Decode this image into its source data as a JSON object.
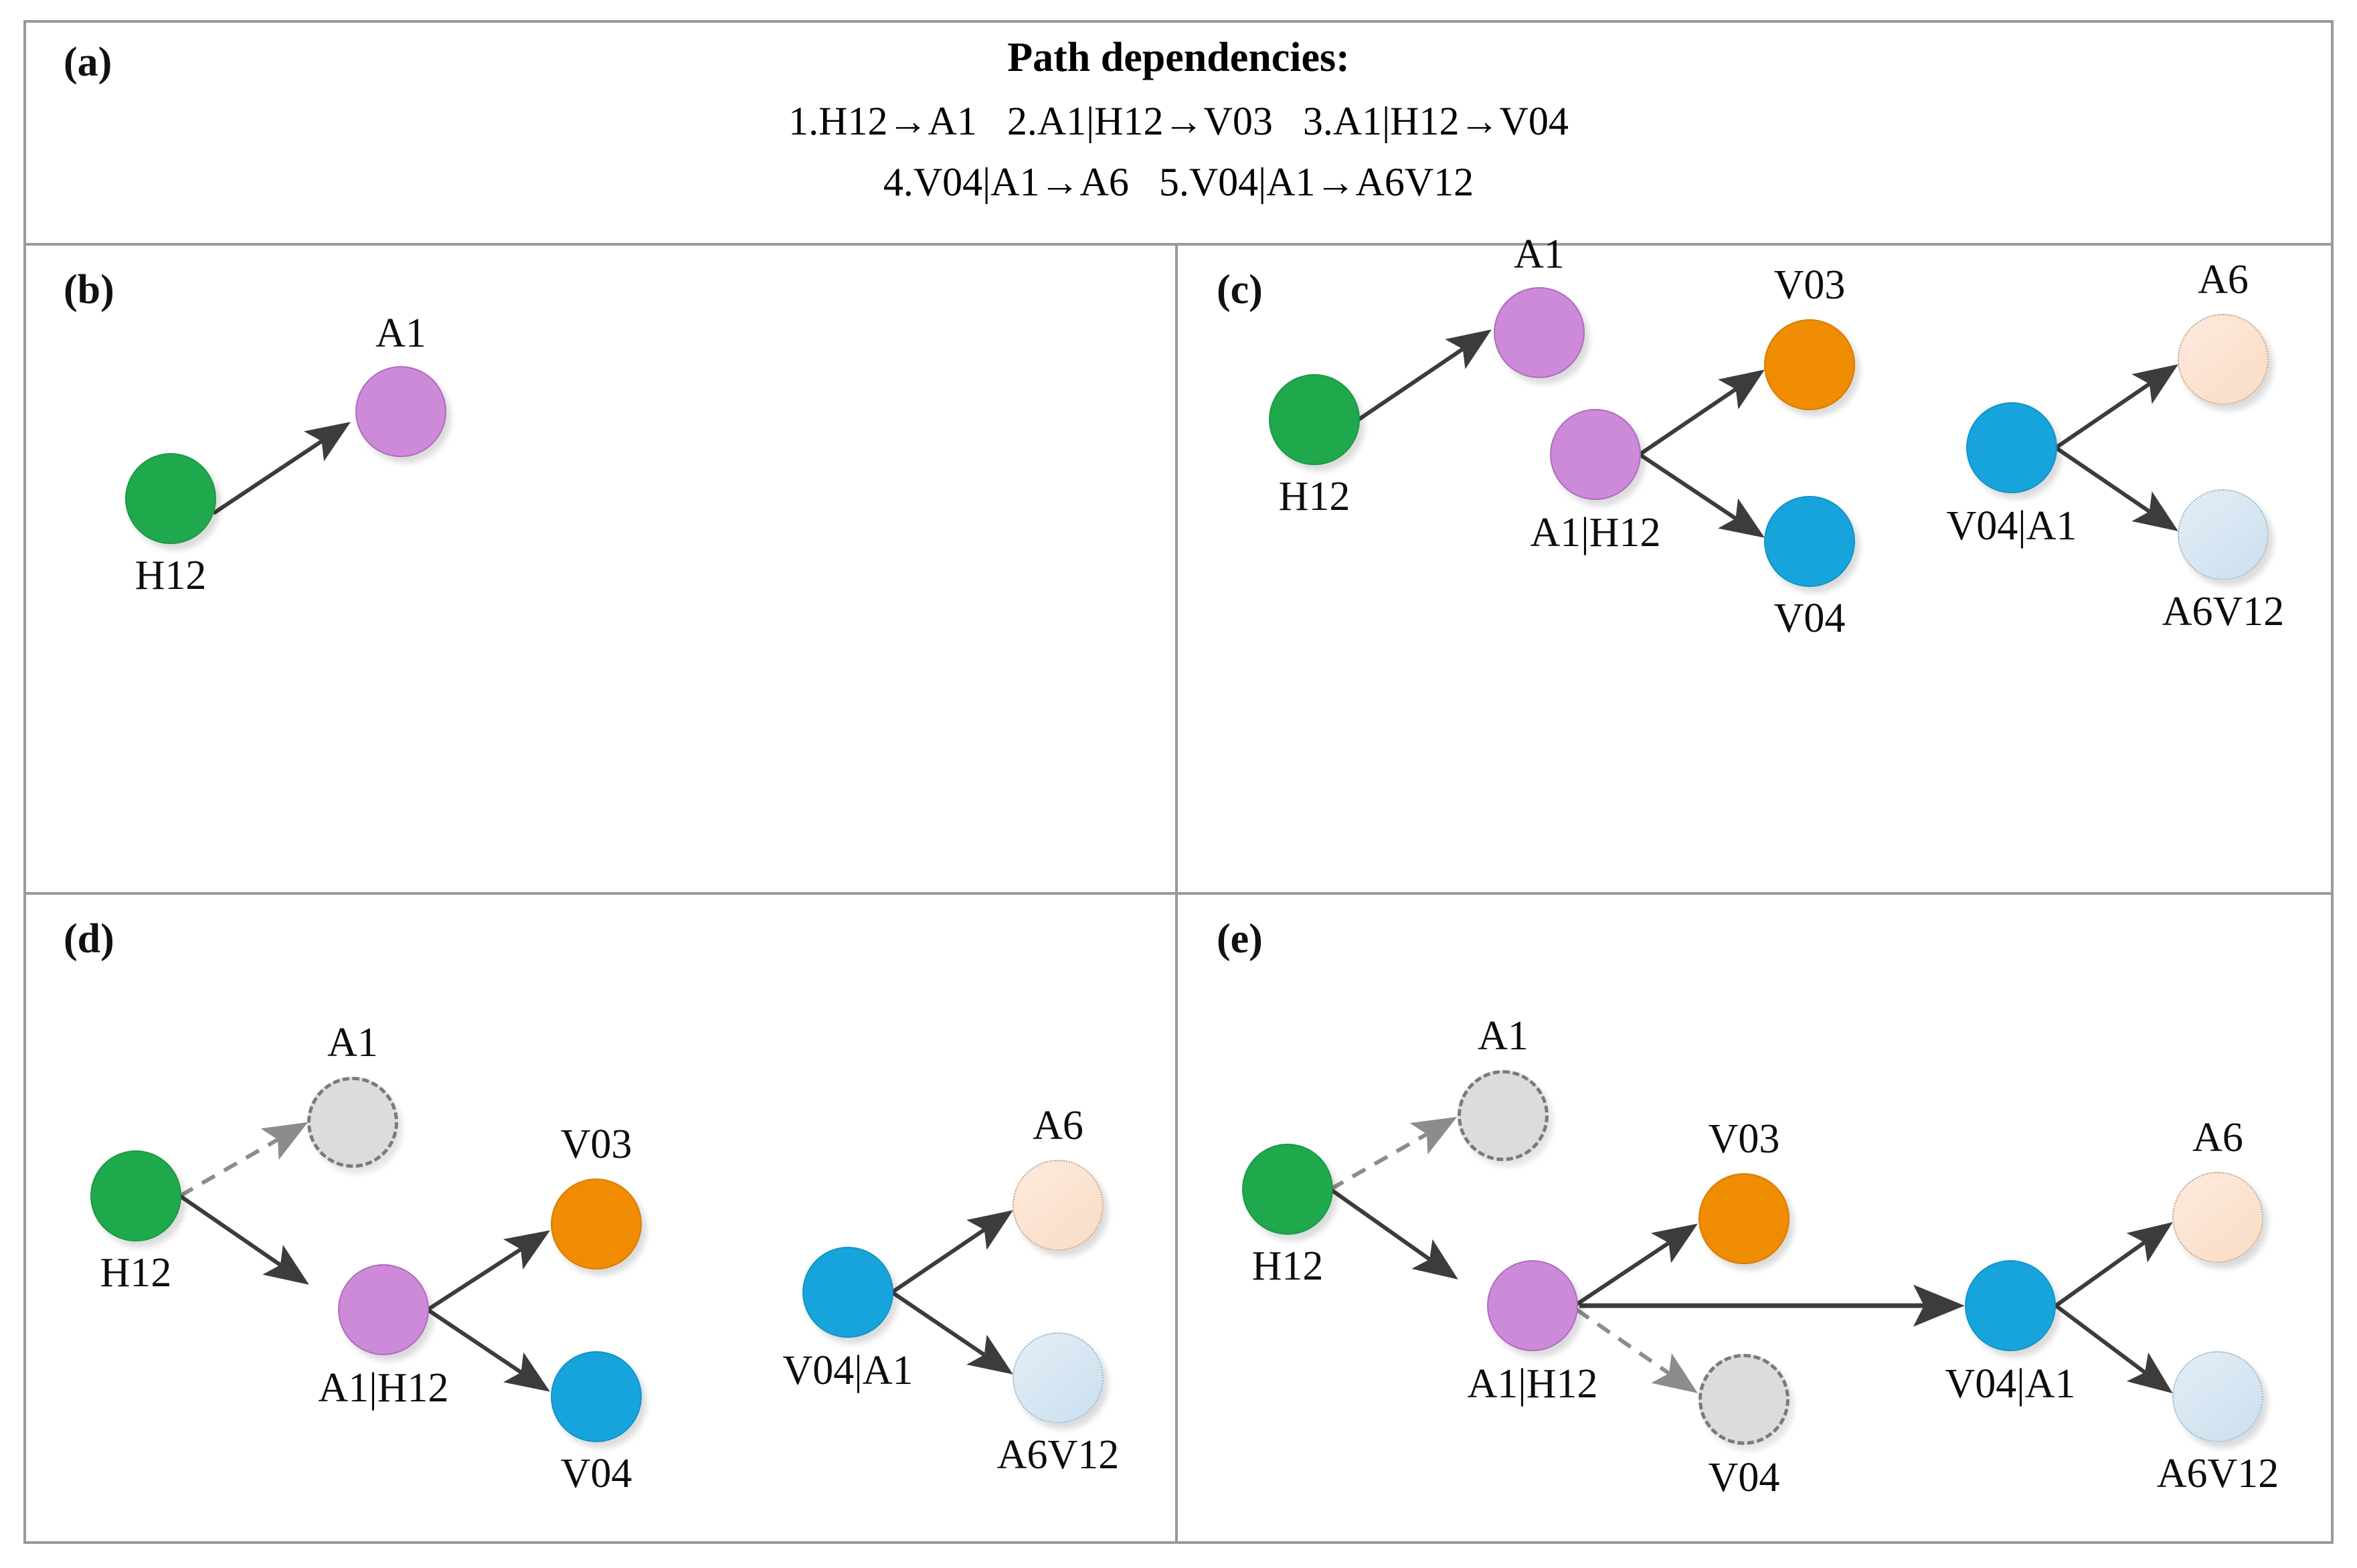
{
  "figure": {
    "panel_labels": {
      "a": "(a)",
      "b": "(b)",
      "c": "(c)",
      "d": "(d)",
      "e": "(e)"
    }
  },
  "panel_a": {
    "title": "Path dependencies:",
    "line1": "1.H12→A1   2.A1|H12→V03   3.A1|H12→V04",
    "line2": "4.V04|A1→A6   5.V04|A1→A6V12"
  },
  "node_labels": {
    "h12": "H12",
    "a1": "A1",
    "a1_h12": "A1|H12",
    "v03": "V03",
    "v04": "V04",
    "v04_a1": "V04|A1",
    "a6": "A6",
    "a6v12": "A6V12"
  },
  "colors": {
    "green": "#1fa84c",
    "purple": "#cc8ad8",
    "orange": "#f08c02",
    "blue": "#17a4dd",
    "peach": "#f9dcc4",
    "pale_blue": "#cbdfee",
    "ghost_gray": "#dcdcdc",
    "ghost_border": "#7a7a7a",
    "edge": "#3c3c3c",
    "edge_dashed": "#8c8c8c",
    "frame": "#9a9a9a"
  },
  "graph": {
    "panel_b": {
      "nodes": [
        {
          "id": "H12",
          "label": "H12",
          "style": "green",
          "label_pos": "below"
        },
        {
          "id": "A1",
          "label": "A1",
          "style": "purple",
          "label_pos": "above"
        }
      ],
      "edges": [
        {
          "from": "H12",
          "to": "A1",
          "style": "solid"
        }
      ]
    },
    "panel_c": {
      "nodes": [
        {
          "id": "H12",
          "label": "H12",
          "style": "green",
          "label_pos": "below"
        },
        {
          "id": "A1",
          "label": "A1",
          "style": "purple",
          "label_pos": "above"
        },
        {
          "id": "A1|H12",
          "label": "A1|H12",
          "style": "purple",
          "label_pos": "below"
        },
        {
          "id": "V03",
          "label": "V03",
          "style": "orange",
          "label_pos": "above"
        },
        {
          "id": "V04",
          "label": "V04",
          "style": "blue",
          "label_pos": "below"
        },
        {
          "id": "V04|A1",
          "label": "V04|A1",
          "style": "blue",
          "label_pos": "below"
        },
        {
          "id": "A6",
          "label": "A6",
          "style": "peach",
          "label_pos": "above"
        },
        {
          "id": "A6V12",
          "label": "A6V12",
          "style": "pale_blue",
          "label_pos": "below"
        }
      ],
      "edges": [
        {
          "from": "H12",
          "to": "A1",
          "style": "solid"
        },
        {
          "from": "A1|H12",
          "to": "V03",
          "style": "solid"
        },
        {
          "from": "A1|H12",
          "to": "V04",
          "style": "solid"
        },
        {
          "from": "V04|A1",
          "to": "A6",
          "style": "solid"
        },
        {
          "from": "V04|A1",
          "to": "A6V12",
          "style": "solid"
        }
      ]
    },
    "panel_d": {
      "nodes": [
        {
          "id": "H12",
          "label": "H12",
          "style": "green",
          "label_pos": "below"
        },
        {
          "id": "A1",
          "label": "A1",
          "style": "ghost",
          "label_pos": "above"
        },
        {
          "id": "A1|H12",
          "label": "A1|H12",
          "style": "purple",
          "label_pos": "below"
        },
        {
          "id": "V03",
          "label": "V03",
          "style": "orange",
          "label_pos": "above"
        },
        {
          "id": "V04",
          "label": "V04",
          "style": "blue",
          "label_pos": "below"
        },
        {
          "id": "V04|A1",
          "label": "V04|A1",
          "style": "blue",
          "label_pos": "below"
        },
        {
          "id": "A6",
          "label": "A6",
          "style": "peach",
          "label_pos": "above"
        },
        {
          "id": "A6V12",
          "label": "A6V12",
          "style": "pale_blue",
          "label_pos": "below"
        }
      ],
      "edges": [
        {
          "from": "H12",
          "to": "A1",
          "style": "dashed"
        },
        {
          "from": "H12",
          "to": "A1|H12",
          "style": "solid"
        },
        {
          "from": "A1|H12",
          "to": "V03",
          "style": "solid"
        },
        {
          "from": "A1|H12",
          "to": "V04",
          "style": "solid"
        },
        {
          "from": "V04|A1",
          "to": "A6",
          "style": "solid"
        },
        {
          "from": "V04|A1",
          "to": "A6V12",
          "style": "solid"
        }
      ]
    },
    "panel_e": {
      "nodes": [
        {
          "id": "H12",
          "label": "H12",
          "style": "green",
          "label_pos": "below"
        },
        {
          "id": "A1",
          "label": "A1",
          "style": "ghost",
          "label_pos": "above"
        },
        {
          "id": "A1|H12",
          "label": "A1|H12",
          "style": "purple",
          "label_pos": "below"
        },
        {
          "id": "V03",
          "label": "V03",
          "style": "orange",
          "label_pos": "above"
        },
        {
          "id": "V04",
          "label": "V04",
          "style": "ghost",
          "label_pos": "below"
        },
        {
          "id": "V04|A1",
          "label": "V04|A1",
          "style": "blue",
          "label_pos": "below"
        },
        {
          "id": "A6",
          "label": "A6",
          "style": "peach",
          "label_pos": "above"
        },
        {
          "id": "A6V12",
          "label": "A6V12",
          "style": "pale_blue",
          "label_pos": "below"
        }
      ],
      "edges": [
        {
          "from": "H12",
          "to": "A1",
          "style": "dashed"
        },
        {
          "from": "H12",
          "to": "A1|H12",
          "style": "solid"
        },
        {
          "from": "A1|H12",
          "to": "V03",
          "style": "solid"
        },
        {
          "from": "A1|H12",
          "to": "V04",
          "style": "dashed"
        },
        {
          "from": "A1|H12",
          "to": "V04|A1",
          "style": "solid"
        },
        {
          "from": "V04|A1",
          "to": "A6",
          "style": "solid"
        },
        {
          "from": "V04|A1",
          "to": "A6V12",
          "style": "solid"
        }
      ]
    }
  }
}
